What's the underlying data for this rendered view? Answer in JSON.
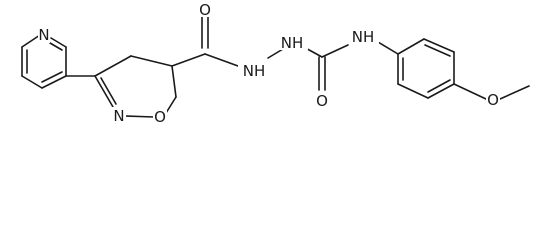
{
  "labels": {
    "pyridine_n": "N",
    "isoxazoline_n": "N",
    "isoxazoline_o": "O",
    "carbonyl_o_top": "O",
    "hydrazide_nh1": "NH",
    "hydrazide_nh2": "NH",
    "carbonyl_o_bottom": "O",
    "anilide_nh": "NH",
    "ether_o": "O"
  }
}
